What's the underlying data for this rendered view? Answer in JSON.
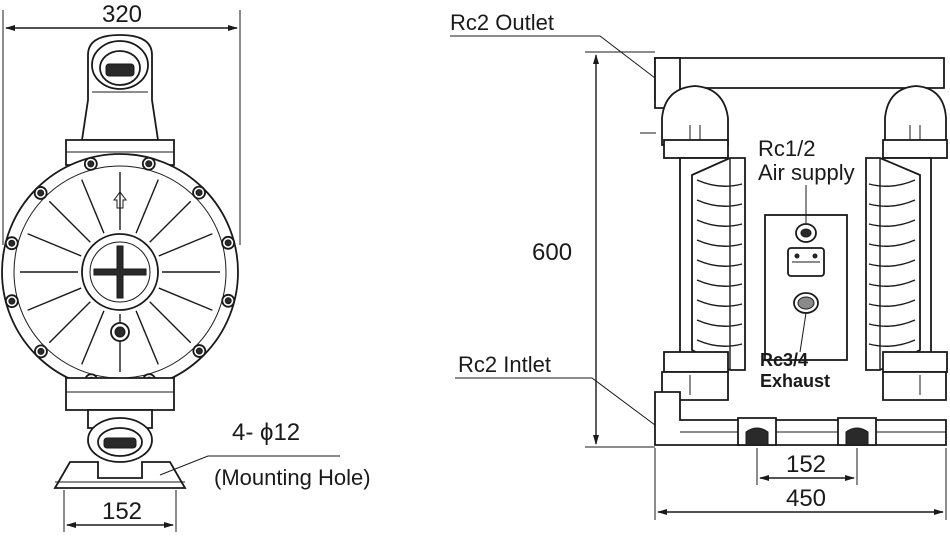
{
  "dimensions": {
    "front_width": "320",
    "front_base_width": "152",
    "side_height": "600",
    "side_base_width": "152",
    "side_total_width": "450"
  },
  "labels": {
    "mounting_size": "4- ϕ12",
    "mounting_note": "(Mounting Hole)",
    "outlet": "Rc2 Outlet",
    "inlet": "Rc2 Intlet",
    "air_line1": "Rc1/2",
    "air_line2": "Air supply",
    "exhaust_line1": "Rc3/4",
    "exhaust_line2": "Exhaust"
  }
}
